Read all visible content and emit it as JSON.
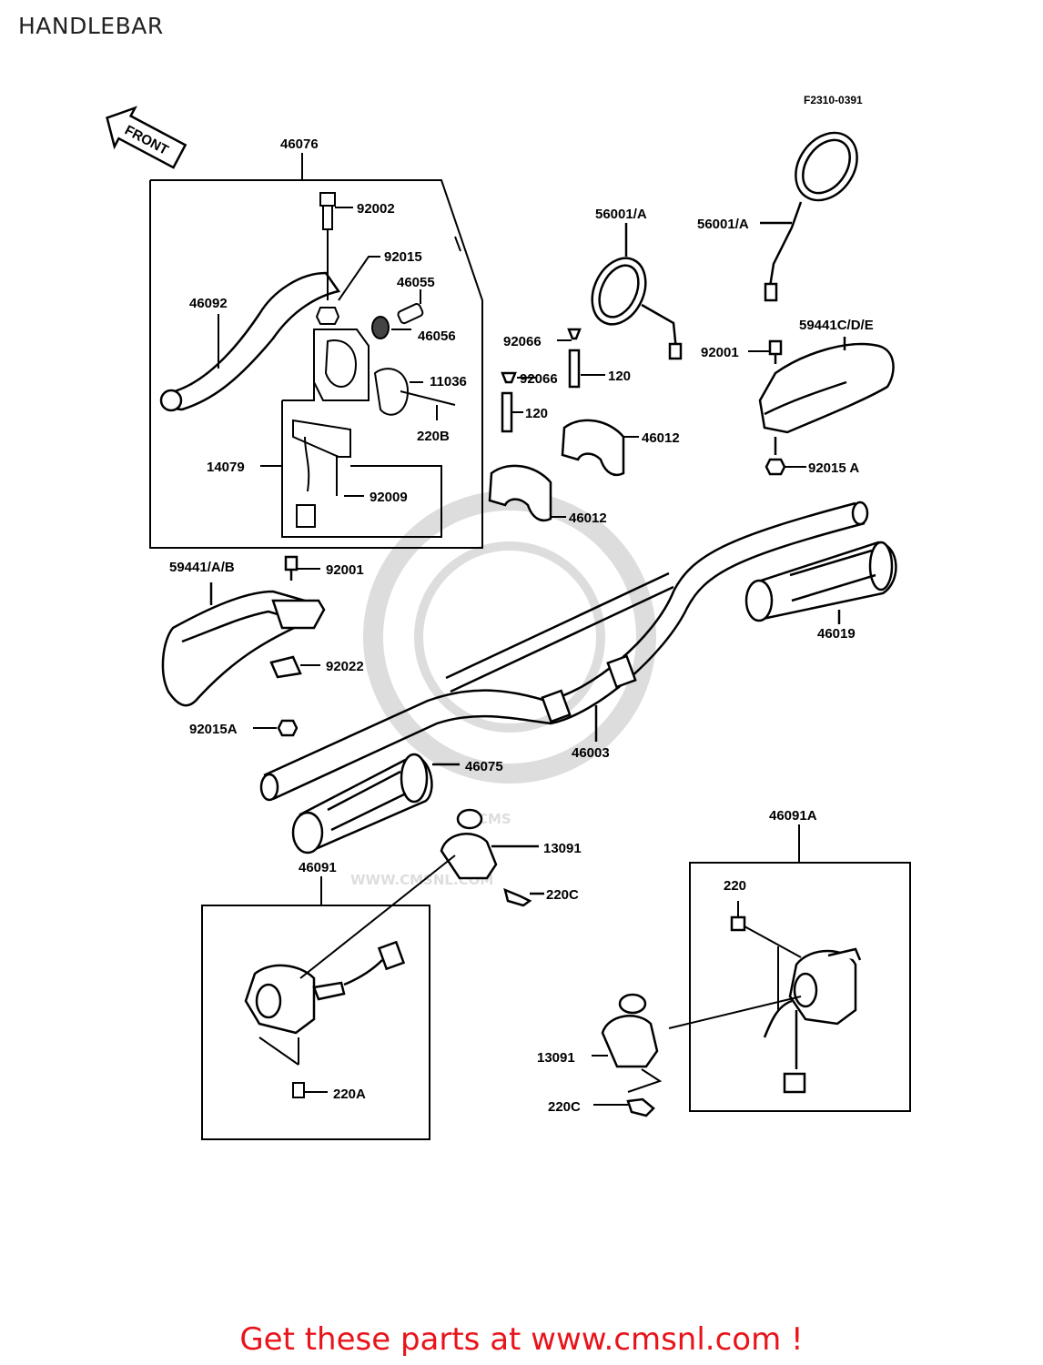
{
  "header": {
    "title": "HANDLEBAR"
  },
  "diagram": {
    "code": "F2310-0391",
    "front_label": "FRONT",
    "watermark": {
      "brand": "CMS",
      "url": "WWW.CMSNL.COM"
    },
    "labels": {
      "l46076": "46076",
      "l92002": "92002",
      "l92015": "92015",
      "l46092": "46092",
      "l46055": "46055",
      "l46056": "46056",
      "l11036": "11036",
      "l220B": "220B",
      "l14079": "14079",
      "l92009": "92009",
      "l59441AB": "59441/A/B",
      "l92001a": "92001",
      "l92022": "92022",
      "l92015Aa": "92015A",
      "l56001Aa": "56001/A",
      "l56001Ab": "56001/A",
      "l92066a": "92066",
      "l92066b": "92066",
      "l120a": "120",
      "l120b": "120",
      "l46012a": "46012",
      "l46012b": "46012",
      "l59441CDE": "59441C/D/E",
      "l92001b": "92001",
      "l92015Ab": "92015 A",
      "l46019": "46019",
      "l46003": "46003",
      "l46075": "46075",
      "l13091a": "13091",
      "l220Ca": "220C",
      "l46091": "46091",
      "l220A": "220A",
      "l46091A": "46091A",
      "l220": "220",
      "l13091b": "13091",
      "l220Cb": "220C"
    }
  },
  "footer": {
    "promo": "Get these parts at www.cmsnl.com !",
    "promo_color": "#e8141b"
  }
}
